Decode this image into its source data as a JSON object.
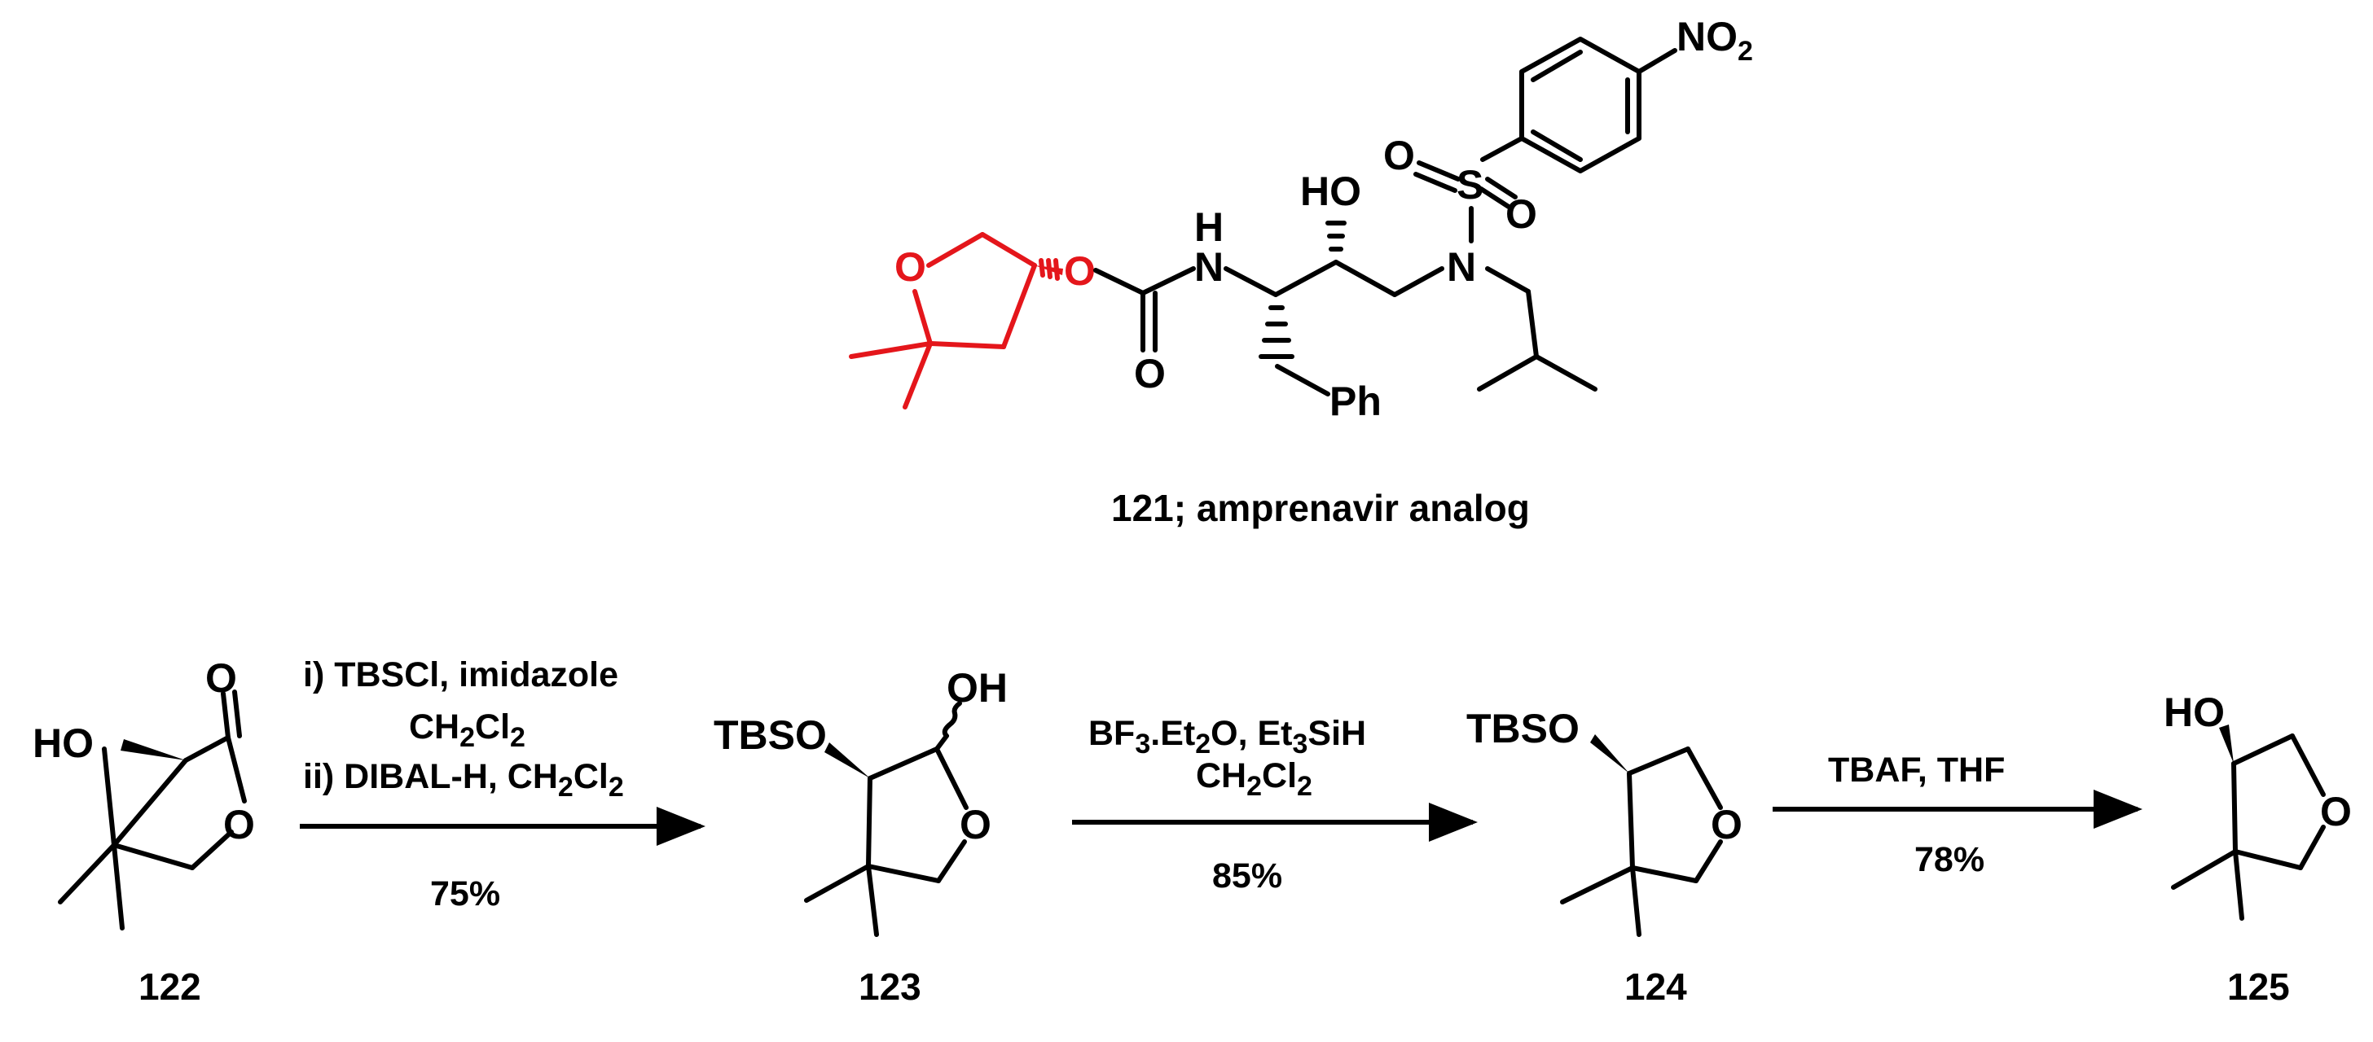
{
  "target": {
    "number": "121",
    "caption": "121; amprenavir analog",
    "atoms": {
      "nitro": "NO",
      "nitro_sub": "2",
      "hydroxyl": "HO",
      "sulfur": "S",
      "oxo1": "O",
      "oxo2": "O",
      "sulfonamide_n": "N",
      "amine_h": "H",
      "amine_n": "N",
      "ring_o": "O",
      "ester_o": "O",
      "carbonyl_o": "O",
      "phenyl": "Ph"
    },
    "colors": {
      "highlight": "#e4161b",
      "default": "#000000"
    }
  },
  "compounds": [
    {
      "number": "122",
      "atoms": {
        "hydroxyl": "HO",
        "carbonyl_o": "O",
        "ring_o": "O"
      }
    },
    {
      "number": "123",
      "atoms": {
        "silyl": "TBSO",
        "hydroxyl": "OH",
        "ring_o": "O"
      }
    },
    {
      "number": "124",
      "atoms": {
        "silyl": "TBSO",
        "ring_o": "O"
      }
    },
    {
      "number": "125",
      "atoms": {
        "hydroxyl": "HO",
        "ring_o": "O"
      }
    }
  ],
  "steps": [
    {
      "line1": "i) TBSCl, imidazole",
      "line2_main": "CH",
      "line2_sub1": "2",
      "line2_mid": "Cl",
      "line2_sub2": "2",
      "line3_main": "ii) DIBAL-H, CH",
      "line3_sub1": "2",
      "line3_mid": "Cl",
      "line3_sub2": "2",
      "yield": "75%"
    },
    {
      "line1_a": "BF",
      "line1_sub1": "3",
      "line1_b": ".Et",
      "line1_sub2": "2",
      "line1_c": "O, Et",
      "line1_sub3": "3",
      "line1_d": "SiH",
      "line2_main": "CH",
      "line2_sub1": "2",
      "line2_mid": "Cl",
      "line2_sub2": "2",
      "yield": "85%"
    },
    {
      "line1": "TBAF, THF",
      "yield": "78%"
    }
  ]
}
